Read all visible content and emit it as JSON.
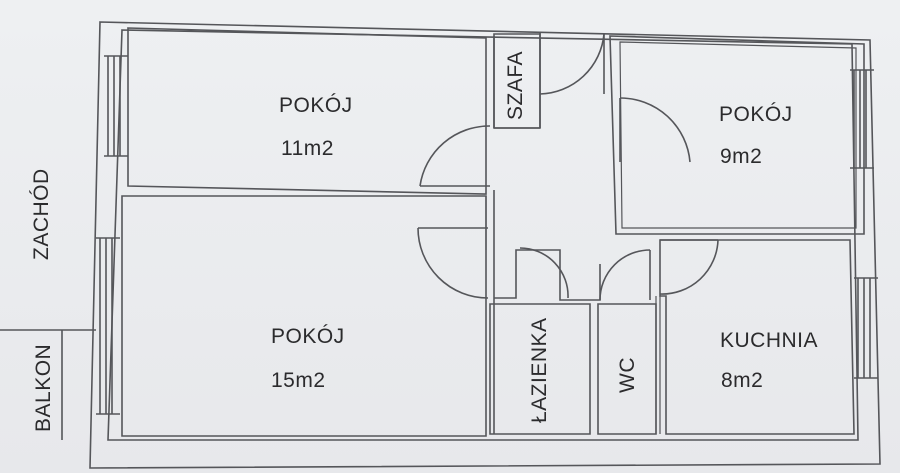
{
  "rooms": [
    {
      "id": "pokoj-11",
      "name": "POKÓJ",
      "area": "11m2"
    },
    {
      "id": "pokoj-15",
      "name": "POKÓJ",
      "area": "15m2"
    },
    {
      "id": "pokoj-9",
      "name": "POKÓJ",
      "area": "9m2"
    },
    {
      "id": "kuchnia",
      "name": "KUCHNIA",
      "area": "8m2"
    },
    {
      "id": "lazienka",
      "name": "ŁAZIENKA"
    },
    {
      "id": "wc",
      "name": "WC"
    },
    {
      "id": "szafa",
      "name": "SZAFA"
    }
  ],
  "exterior": {
    "west_label": "ZACHÓD",
    "balcony_label": "BALKON"
  },
  "colors": {
    "line": "#55565a",
    "text": "#2b2b2d",
    "background": "#e9eaec"
  }
}
